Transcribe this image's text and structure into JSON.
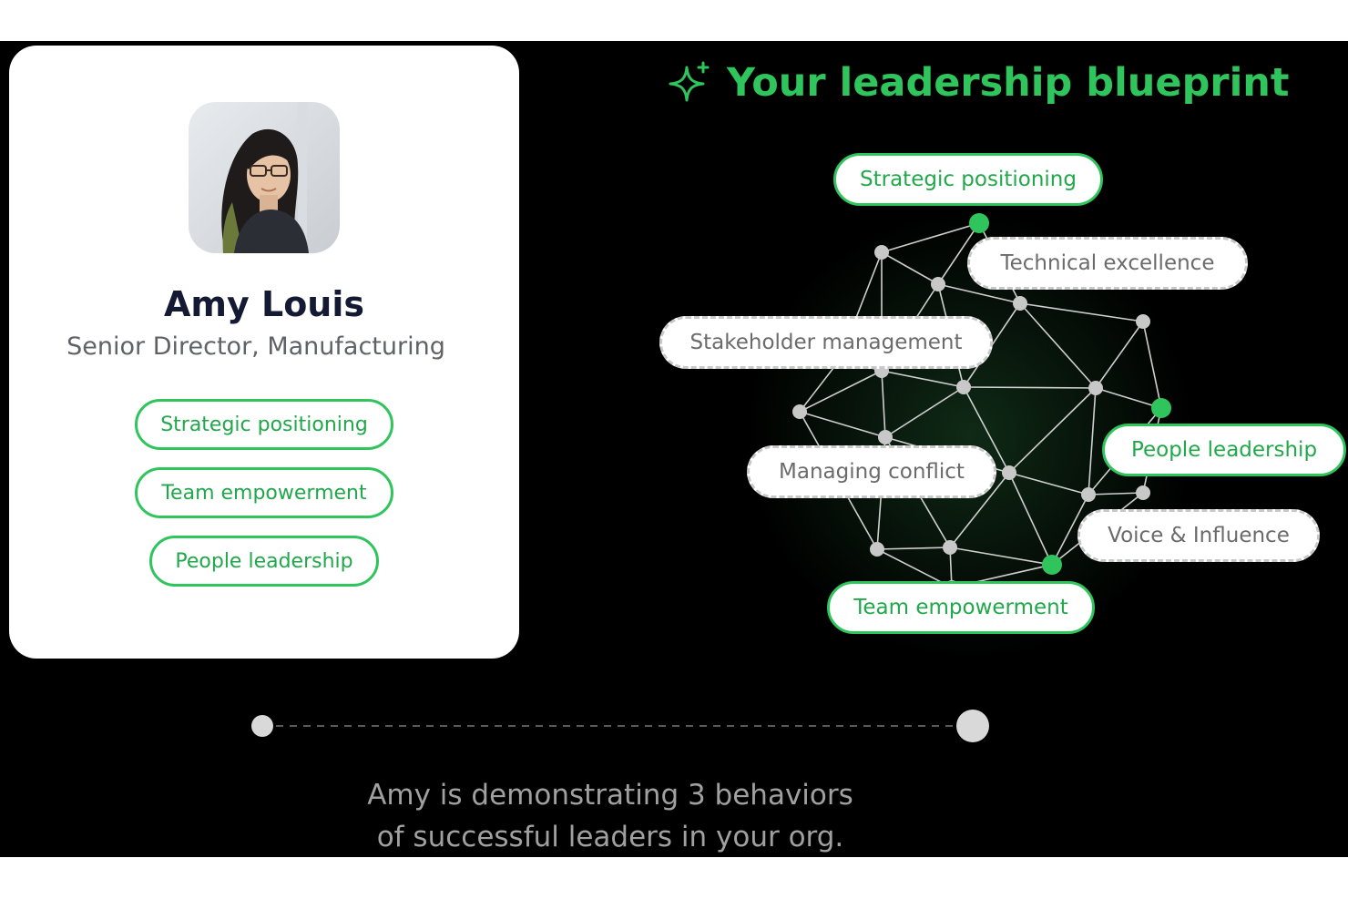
{
  "profile": {
    "avatar_alt": "avatar",
    "name": "Amy Louis",
    "role": "Senior Director, Manufacturing",
    "behaviors": [
      "Strategic positioning",
      "Team empowerment",
      "People leadership"
    ]
  },
  "blueprint": {
    "title": "Your leadership blueprint",
    "icon": "sparkle-icon",
    "nodes": [
      {
        "label": "Strategic positioning",
        "active": true
      },
      {
        "label": "Technical excellence",
        "active": false
      },
      {
        "label": "Stakeholder management",
        "active": false
      },
      {
        "label": "People leadership",
        "active": true
      },
      {
        "label": "Managing conflict",
        "active": false
      },
      {
        "label": "Voice & Influence",
        "active": false
      },
      {
        "label": "Team empowerment",
        "active": true
      }
    ]
  },
  "progress": {
    "steps": 2,
    "current_step": 2
  },
  "caption": {
    "line1": "Amy is demonstrating 3 behaviors",
    "line2": "of successful leaders in your org."
  },
  "colors": {
    "accent": "#2fc45c",
    "accent_text": "#21a84b",
    "background": "#000000",
    "card": "#ffffff",
    "muted_text": "#a0a0a0"
  }
}
